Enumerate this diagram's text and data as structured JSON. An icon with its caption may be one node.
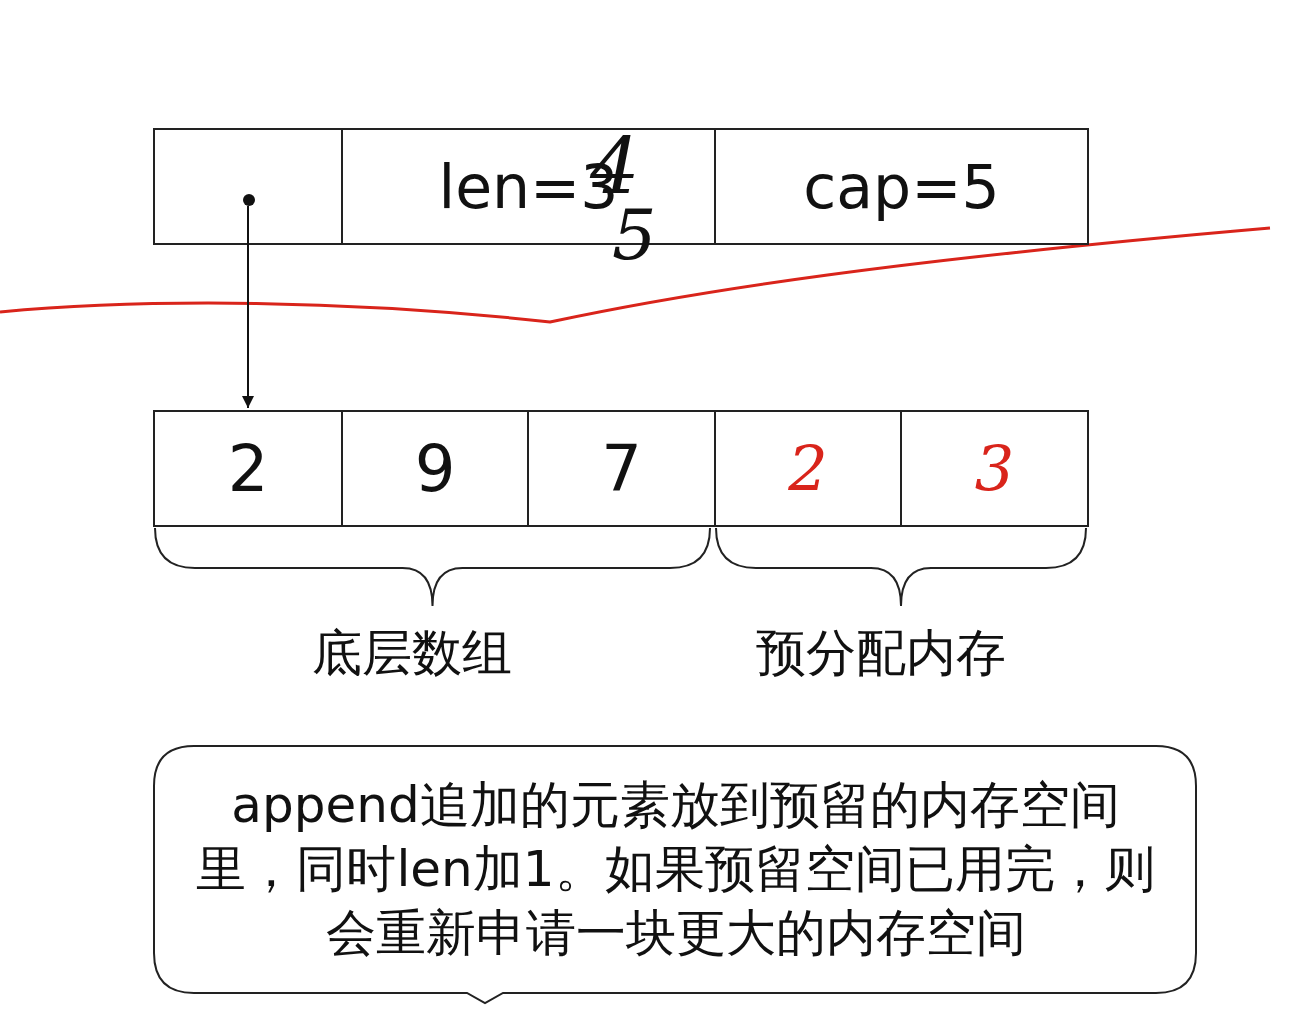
{
  "diagram": {
    "nodes": [
      {
        "text": [],
        "shape": "box"
      },
      {
        "text": [
          "len=3"
        ]
      },
      {
        "text": [
          "cap=5"
        ]
      },
      {
        "text": [
          "2"
        ]
      },
      {
        "text": [
          "9"
        ]
      },
      {
        "text": [
          "7"
        ]
      },
      {
        "text": [
          "2"
        ]
      },
      {
        "text": [
          "3"
        ]
      },
      {
        "text": [
          "append追加的元素放到预留的内存空间里，同时len加1。如果预留空间已用完，则会重新申请一块更大的内存空间"
        ]
      }
    ],
    "edges": [
      {
        "from": 0,
        "to": 3,
        "arrow": "to"
      }
    ],
    "labels": [
      "4",
      "5",
      "底层数组",
      "预分配内存"
    ]
  }
}
